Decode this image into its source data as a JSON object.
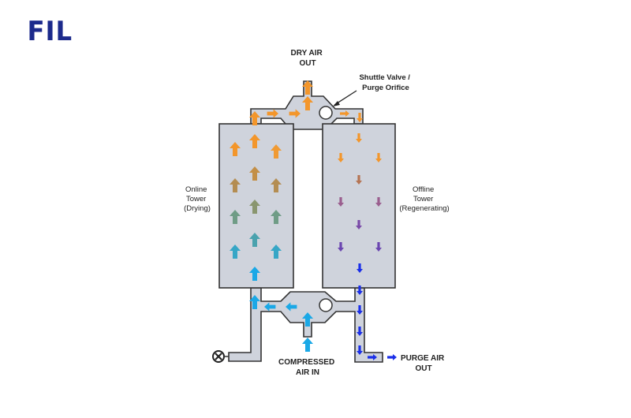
{
  "logo": {
    "text": "FIL"
  },
  "labels": {
    "dry_air_out": [
      "DRY AIR",
      "OUT"
    ],
    "shuttle_valve": [
      "Shuttle Valve /",
      "Purge Orifice"
    ],
    "online_tower": [
      "Online",
      "Tower",
      "(Drying)"
    ],
    "offline_tower": [
      "Offline",
      "Tower",
      "(Regenerating)"
    ],
    "compressed_air_in": [
      "COMPRESSED",
      "AIR IN"
    ],
    "purge_air_out": [
      "PURGE AIR",
      "OUT"
    ]
  },
  "colors": {
    "orange": "#f3962b",
    "olive": "#a8905a",
    "green": "#6f9c86",
    "teal": "#36a6c6",
    "cyan": "#1aa8e6",
    "brown": "#b57453",
    "mauve": "#9a5e8e",
    "purple": "#6b45b0",
    "blue": "#1b2fe8",
    "logo": "#1c2a8c"
  }
}
